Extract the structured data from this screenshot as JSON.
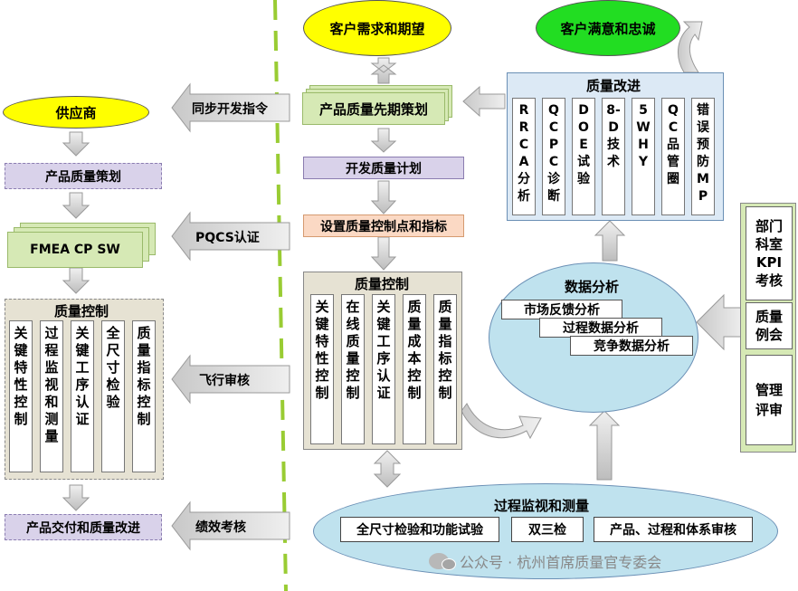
{
  "top": {
    "customer_needs": "客户需求和期望",
    "customer_satisfaction": "客户满意和忠诚"
  },
  "supplier": {
    "title": "供应商",
    "quality_planning": "产品质量策划",
    "fmea": "FMEA CP SW",
    "quality_control_title": "质量控制",
    "control_items": [
      "关键特性控制",
      "过程监视和测量",
      "关键工序认证",
      "全尺寸检验",
      "质量指标控制"
    ],
    "delivery": "产品交付和质量改进"
  },
  "middle": {
    "apqp": "产品质量先期策划",
    "dev_plan": "开发质量计划",
    "control_points": "设置质量控制点和指标",
    "quality_control_title": "质量控制",
    "control_items": [
      "关键特性控制",
      "在线质量控制",
      "关键工序认证",
      "质量成本控制",
      "质量指标控制"
    ]
  },
  "arrows": {
    "sync_dev": "同步开发指令",
    "pqcs": "PQCS认证",
    "flight_audit": "飞行审核",
    "performance": "绩效考核"
  },
  "improvement": {
    "title": "质量改进",
    "tools": [
      "RRCA分析",
      "QCPC诊断",
      "DOE试验",
      "8-D技术",
      "5WHY",
      "QC品管圈",
      "错误预防MP"
    ]
  },
  "analysis": {
    "title": "数据分析",
    "items": [
      "市场反馈分析",
      "过程数据分析",
      "竞争数据分析"
    ]
  },
  "process": {
    "title": "过程监视和测量",
    "items": [
      "全尺寸检验和功能试验",
      "双三检",
      "产品、过程和体系审核"
    ]
  },
  "reviews": [
    "部门科室KPI考核",
    "质量例会",
    "管理评审"
  ],
  "watermark": "公众号 · 杭州首席质量官专委会",
  "colors": {
    "yellow": "#ffff00",
    "green": "#22dd22",
    "lavender": "#d9d2ea",
    "peach": "#fbd9c4",
    "light_green": "#d6e9b5",
    "beige": "#e6e2d3",
    "light_blue": "#dce9f5",
    "sky": "#bfe2ee",
    "arrow_gray": "#d0d0d0",
    "divider": "#99cc33"
  }
}
